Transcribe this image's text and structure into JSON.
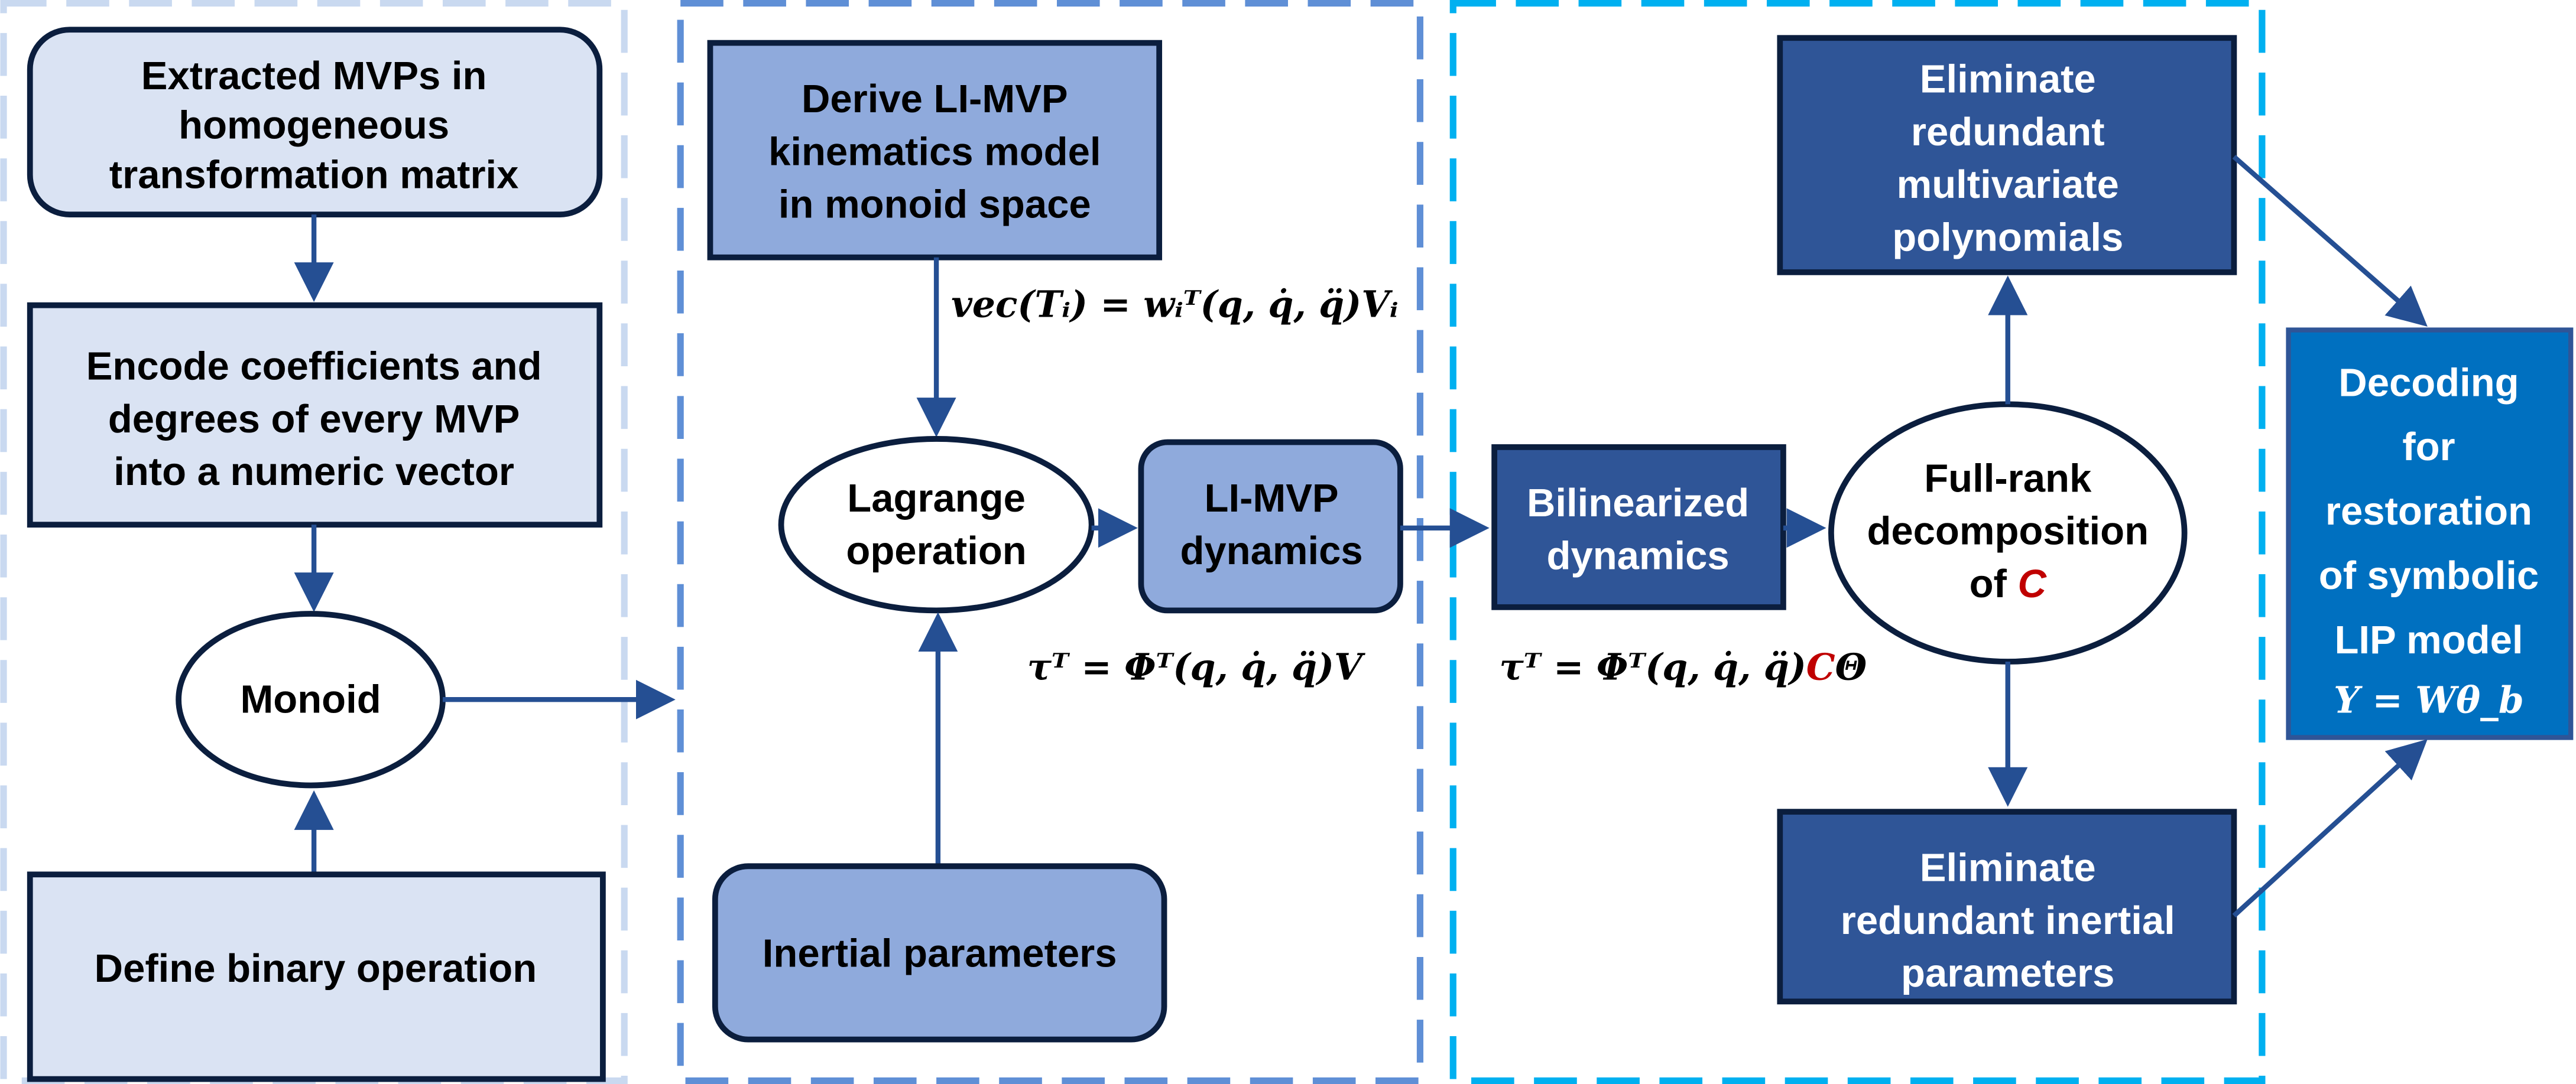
{
  "colors": {
    "panel1_border": "#c9d9f0",
    "panel2_border": "#5f8fd6",
    "panel3_border": "#00b0f0",
    "light_box_fill": "#dae3f3",
    "mid_box_fill": "#8faadc",
    "dark_box_fill": "#2f5597",
    "decode_box_fill": "#0070c0",
    "arrow": "#254f93",
    "highlight_red": "#c00000"
  },
  "panel1": {
    "extracted": [
      "Extracted MVPs in",
      "homogeneous",
      "transformation matrix"
    ],
    "encode": [
      "Encode coefficients and",
      "degrees of every MVP",
      "into a numeric vector"
    ],
    "monoid": "Monoid",
    "define": "Define binary operation"
  },
  "panel2": {
    "derive": [
      "Derive LI-MVP",
      "kinematics model",
      "in monoid space"
    ],
    "eq_kinematics": "vec(Tᵢ) = wᵢᵀ(q, q̇, q̈)Vᵢ",
    "lagrange": [
      "Lagrange",
      "operation"
    ],
    "limvp": [
      "LI-MVP",
      "dynamics"
    ],
    "eq_dynamics": "τᵀ = Φᵀ(q, q̇, q̈)V",
    "inertial": "Inertial parameters"
  },
  "panel3": {
    "bilinearized": [
      "Bilinearized",
      "dynamics"
    ],
    "eq_bilinear_prefix": "τᵀ = Φᵀ(q, q̇, q̈)",
    "eq_bilinear_C": "C",
    "eq_bilinear_suffix": "Θ",
    "fullrank": [
      "Full-rank",
      "decomposition"
    ],
    "fullrank_of": "of ",
    "fullrank_C": "C",
    "elim_poly": [
      "Eliminate",
      "redundant",
      "multivariate",
      "polynomials"
    ],
    "elim_inertial": [
      "Eliminate",
      "redundant inertial",
      "parameters"
    ]
  },
  "decoding": {
    "lines": [
      "Decoding",
      "for",
      "restoration",
      "of symbolic",
      "LIP model"
    ],
    "equation": "Y = Wθ_b"
  }
}
